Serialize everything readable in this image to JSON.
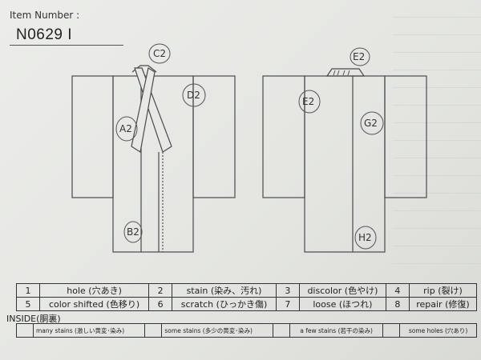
{
  "header": {
    "item_label": "Item Number :",
    "item_number": "N0629  I"
  },
  "annotations": {
    "front": [
      "C2",
      "D2",
      "A2",
      "B2"
    ],
    "back": [
      "E2",
      "E2",
      "G2",
      "H2"
    ]
  },
  "legend": [
    [
      {
        "num": "1",
        "label": "hole (穴あき)"
      },
      {
        "num": "2",
        "label": "stain (染み、汚れ)"
      },
      {
        "num": "3",
        "label": "discolor (色やけ)"
      },
      {
        "num": "4",
        "label": "rip (裂け)"
      }
    ],
    [
      {
        "num": "5",
        "label": "color shifted (色移り)"
      },
      {
        "num": "6",
        "label": "scratch (ひっかき傷)"
      },
      {
        "num": "7",
        "label": "loose (ほつれ)"
      },
      {
        "num": "8",
        "label": "repair (修復)"
      }
    ]
  ],
  "inside": {
    "label": "INSIDE(胴裏)",
    "options": [
      "many stains (激しい黄変･染み)",
      "some stains (多少の黄変･染み)",
      "a few stains (若干の染み)",
      "some holes (穴あり)"
    ]
  }
}
